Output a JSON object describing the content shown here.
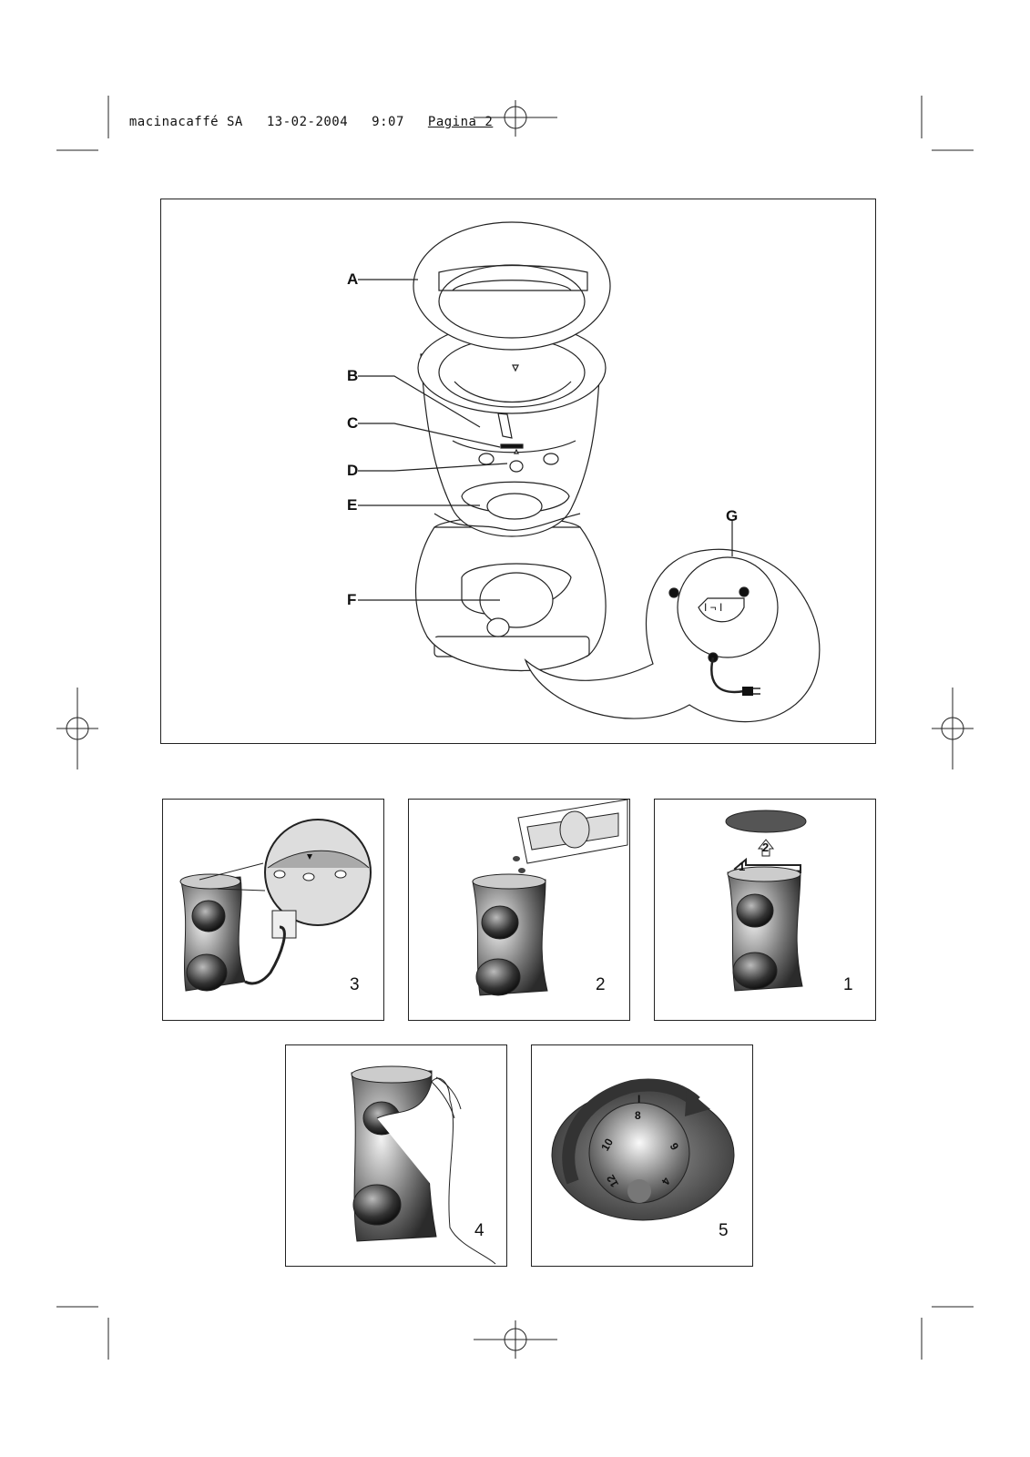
{
  "header": {
    "filename": "macinacaffé SA",
    "date": "13-02-2004",
    "time": "9:07",
    "page": "Pagina 2"
  },
  "parts_diagram": {
    "labels": [
      "A",
      "B",
      "C",
      "D",
      "E",
      "F",
      "G"
    ],
    "switch_symbol": "I ¬ I"
  },
  "steps": [
    {
      "number": "3"
    },
    {
      "number": "2"
    },
    {
      "number": "1",
      "arrows": [
        "1",
        "2"
      ]
    },
    {
      "number": "4"
    },
    {
      "number": "5",
      "dial_marks": [
        "8",
        "10",
        "9",
        "12",
        "4",
        "I"
      ]
    }
  ]
}
